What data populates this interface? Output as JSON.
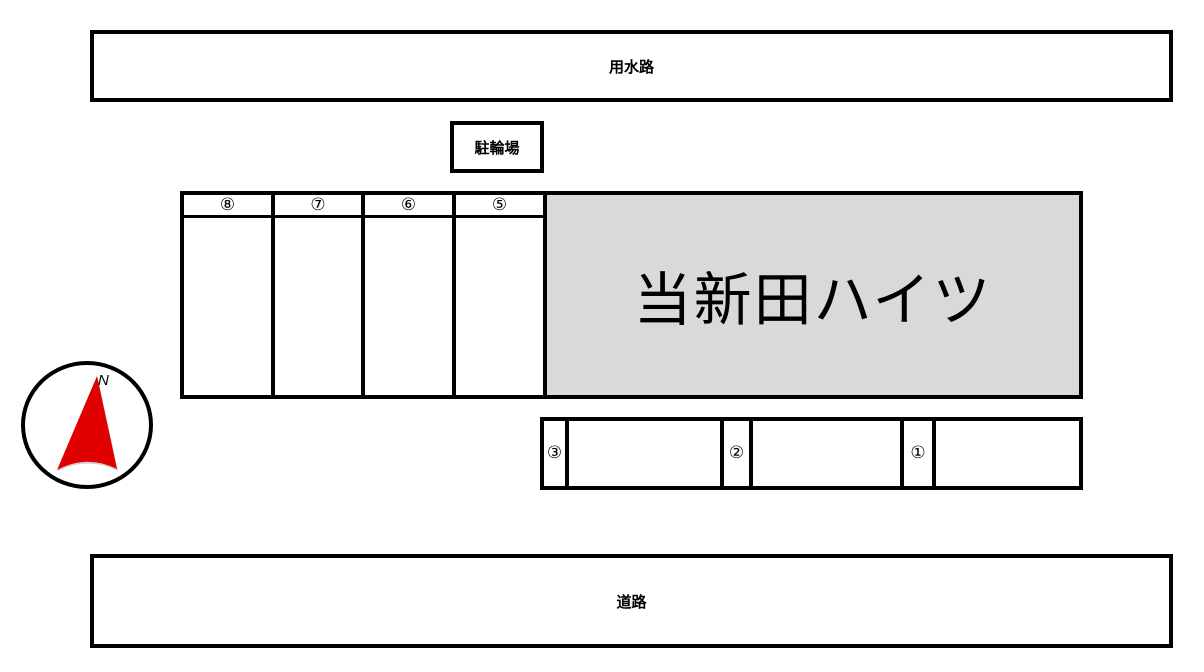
{
  "canal": {
    "label": "用水路"
  },
  "bicycle_parking": {
    "label": "駐輪場"
  },
  "building": {
    "name": "当新田ハイツ",
    "fill_color": "#d9d9d9"
  },
  "upper_parking": {
    "spaces": [
      {
        "number": "⑧"
      },
      {
        "number": "⑦"
      },
      {
        "number": "⑥"
      },
      {
        "number": "⑤"
      }
    ]
  },
  "lower_parking": {
    "spaces": [
      {
        "number": "③"
      },
      {
        "number": "②"
      },
      {
        "number": "①"
      }
    ]
  },
  "road": {
    "label": "道路"
  },
  "compass": {
    "label": "N",
    "arrow_color": "#e00000"
  }
}
